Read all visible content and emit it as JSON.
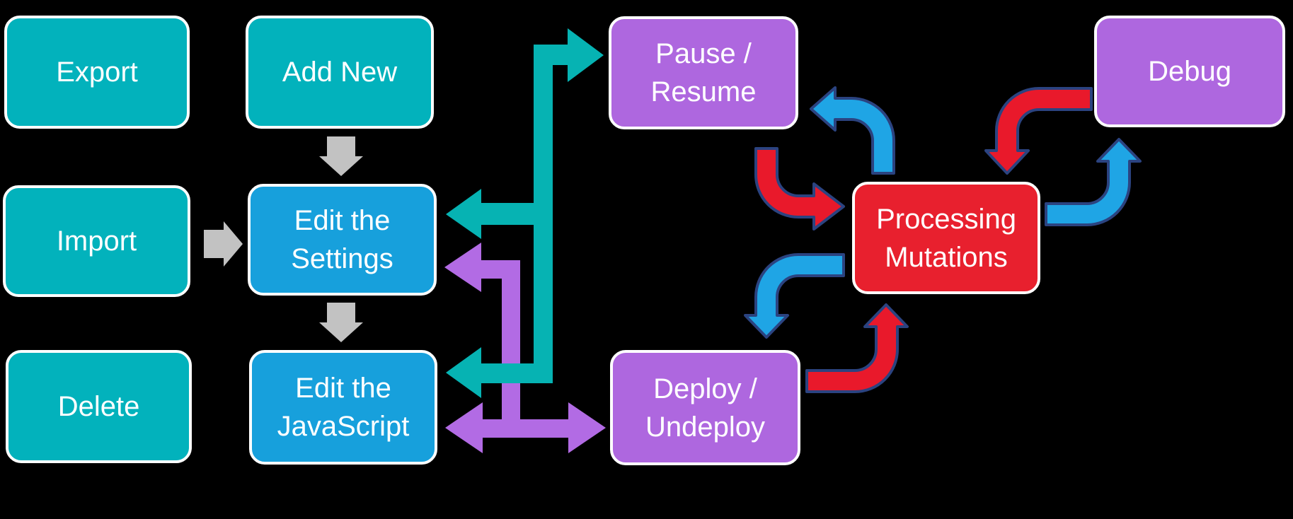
{
  "colors": {
    "background": "#000000",
    "box_border": "#FFFFFF",
    "label_text": "#FFFFFF",
    "teal_box": "#02B2BC",
    "blue_box": "#17A0DC",
    "purple_box": "#AE67DF",
    "red_box": "#E8202E",
    "gray_arrow": "#C2C2C2",
    "teal_arrow": "#06B3B3",
    "purple_arrow": "#B26BE4",
    "flow_red": "#E9192B",
    "flow_blue": "#1FA5E5",
    "flow_outline": "#2B4380"
  },
  "nodes": {
    "export": {
      "label": "Export",
      "color": "teal_box"
    },
    "add_new": {
      "label": "Add New",
      "color": "teal_box"
    },
    "import": {
      "label": "Import",
      "color": "teal_box"
    },
    "edit_settings": {
      "label": "Edit the\nSettings",
      "color": "blue_box"
    },
    "delete": {
      "label": "Delete",
      "color": "teal_box"
    },
    "edit_javascript": {
      "label": "Edit the\nJavaScript",
      "color": "blue_box"
    },
    "pause_resume": {
      "label": "Pause /\nResume",
      "color": "purple_box"
    },
    "deploy_undeploy": {
      "label": "Deploy /\nUndeploy",
      "color": "purple_box"
    },
    "processing_mutations": {
      "label": "Processing\nMutations",
      "color": "red_box"
    },
    "debug": {
      "label": "Debug",
      "color": "purple_box"
    }
  },
  "connectors": [
    {
      "name": "gray-add-new-to-edit-settings",
      "type": "block-arrow",
      "color": "gray_arrow",
      "from": "add_new",
      "to": "edit_settings"
    },
    {
      "name": "gray-import-to-edit-settings",
      "type": "block-arrow",
      "color": "gray_arrow",
      "from": "import",
      "to": "edit_settings"
    },
    {
      "name": "gray-edit-settings-to-edit-javascript",
      "type": "block-arrow",
      "color": "gray_arrow",
      "from": "edit_settings",
      "to": "edit_javascript"
    },
    {
      "name": "teal-elbow-connector",
      "type": "elbow-multi-arrow",
      "color": "teal_arrow",
      "heads": [
        "pause_resume",
        "edit_settings",
        "edit_javascript"
      ]
    },
    {
      "name": "purple-elbow-connector",
      "type": "elbow-multi-arrow",
      "color": "purple_arrow",
      "heads": [
        "edit_settings",
        "edit_javascript",
        "deploy_undeploy"
      ]
    },
    {
      "name": "red-pause-resume-to-processing",
      "type": "curved-flow-arrow",
      "color": "flow_red",
      "from": "pause_resume",
      "to": "processing_mutations"
    },
    {
      "name": "blue-processing-to-pause-resume",
      "type": "curved-flow-arrow",
      "color": "flow_blue",
      "from": "processing_mutations",
      "to": "pause_resume"
    },
    {
      "name": "blue-processing-to-deploy-undeploy",
      "type": "curved-flow-arrow",
      "color": "flow_blue",
      "from": "processing_mutations",
      "to": "deploy_undeploy"
    },
    {
      "name": "red-deploy-undeploy-to-processing",
      "type": "curved-flow-arrow",
      "color": "flow_red",
      "from": "deploy_undeploy",
      "to": "processing_mutations"
    },
    {
      "name": "red-debug-to-processing",
      "type": "curved-flow-arrow",
      "color": "flow_red",
      "from": "debug",
      "to": "processing_mutations"
    },
    {
      "name": "blue-processing-to-debug",
      "type": "curved-flow-arrow",
      "color": "flow_blue",
      "from": "processing_mutations",
      "to": "debug"
    }
  ]
}
